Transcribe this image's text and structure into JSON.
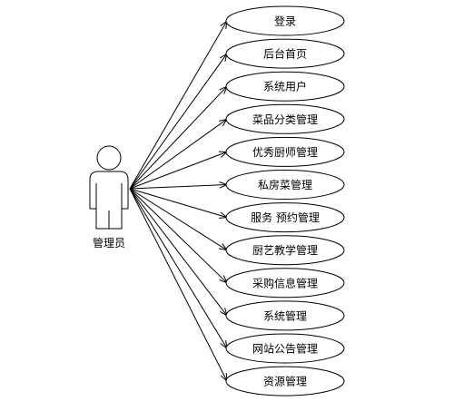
{
  "actor": {
    "label": "管理员",
    "icon": "stick-person-icon"
  },
  "use_cases": [
    {
      "label": "登录"
    },
    {
      "label": "后台首页"
    },
    {
      "label": "系统用户"
    },
    {
      "label": "菜品分类管理"
    },
    {
      "label": "优秀厨师管理"
    },
    {
      "label": "私房菜管理"
    },
    {
      "label": "服务 预约管理"
    },
    {
      "label": "厨艺教学管理"
    },
    {
      "label": "采购信息管理"
    },
    {
      "label": "系统管理"
    },
    {
      "label": "网站公告管理"
    },
    {
      "label": "资源管理"
    }
  ],
  "colors": {
    "stroke": "#000000",
    "fill": "#ffffff",
    "text": "#000000"
  }
}
